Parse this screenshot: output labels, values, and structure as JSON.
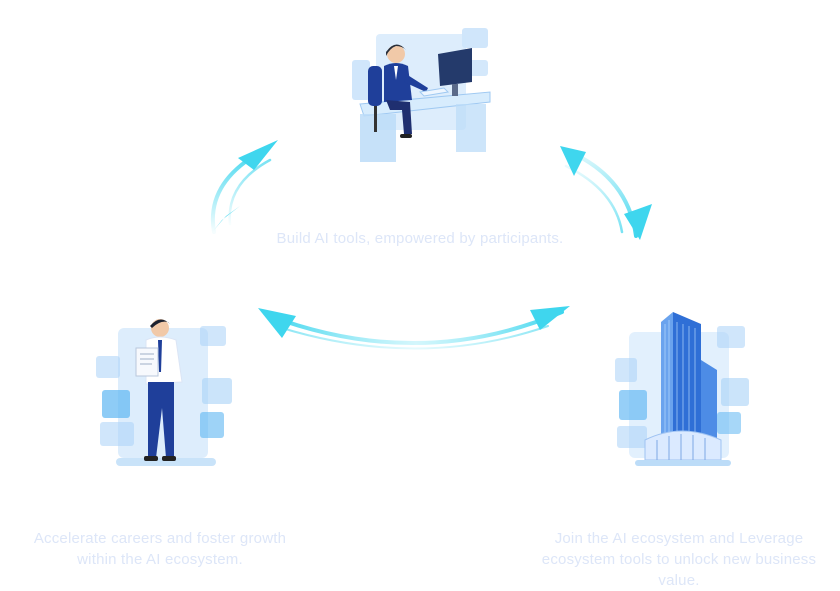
{
  "captions": {
    "center": "Build AI tools, empowered by participants.",
    "left_line1": "Accelerate careers and foster growth",
    "left_line2": "within the AI ecosystem.",
    "right_line1": "Join the AI ecosystem and Leverage",
    "right_line2": "ecosystem tools to unlock new business",
    "right_line3": "value."
  },
  "colors": {
    "arrow": "#3fd6ee",
    "arrow_light": "#b7f1fa",
    "caption": "#dde6f8",
    "glass": "#a9d2f7",
    "suit": "#1f3f9a"
  },
  "icons": {
    "top": "office-worker-at-desk-illustration",
    "left": "businessman-with-document-illustration",
    "right": "skyscraper-building-illustration"
  }
}
